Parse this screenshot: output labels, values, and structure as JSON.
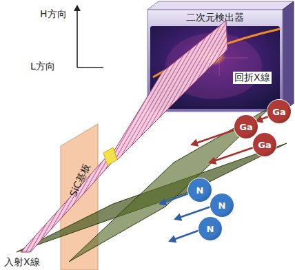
{
  "diagram": {
    "nodes": [
      {
        "text": [
          "二次元検出器"
        ]
      },
      {
        "text": [
          "SiC基板"
        ]
      },
      {
        "text": [
          "Ga"
        ]
      },
      {
        "text": [
          "Ga"
        ]
      },
      {
        "text": [
          "Ga"
        ]
      },
      {
        "text": [
          "N"
        ]
      },
      {
        "text": [
          "N"
        ]
      },
      {
        "text": [
          "N"
        ]
      }
    ],
    "labels": [
      "H方向",
      "L方向",
      "回折X線",
      "入射X線"
    ]
  }
}
